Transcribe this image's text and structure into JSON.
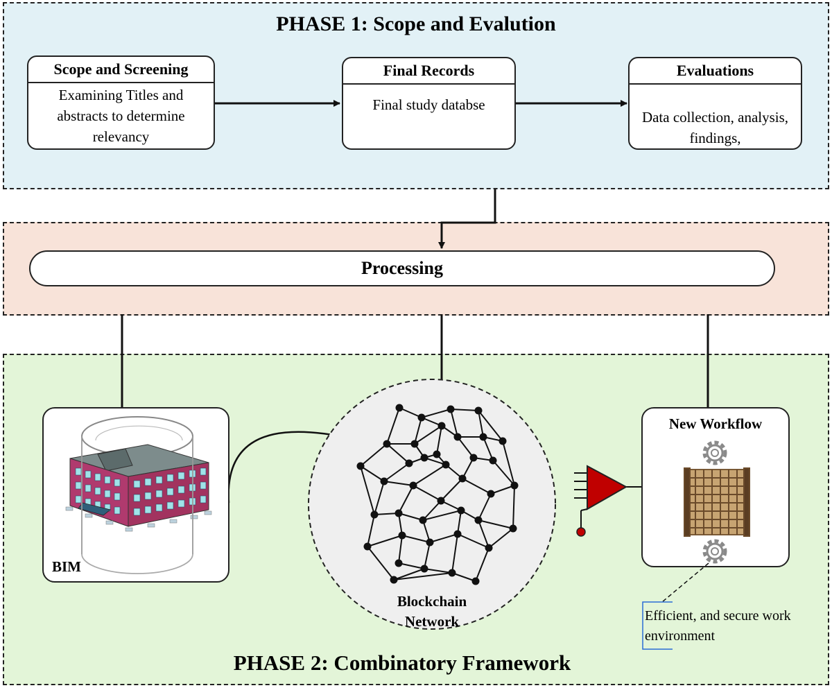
{
  "phase1": {
    "title": "PHASE 1: Scope and Evalution",
    "boxes": [
      {
        "heading": "Scope and Screening",
        "body": "Examining Titles and abstracts to determine relevancy"
      },
      {
        "heading": "Final Records",
        "body": "Final study databse"
      },
      {
        "heading": "Evaluations",
        "body": "Data collection, analysis, findings,"
      }
    ]
  },
  "processing": {
    "label": "Processing"
  },
  "phase2": {
    "title": "PHASE 2: Combinatory Framework",
    "bim": {
      "label": "BIM"
    },
    "blockchain": {
      "label_line1": "Blockchain",
      "label_line2": "Network"
    },
    "workflow": {
      "title": "New Workflow"
    },
    "note": {
      "line1": "Efficient, and secure work",
      "line2": "environment"
    }
  },
  "colors": {
    "phase1_bg": "#e2f1f6",
    "processing_bg": "#f8e3d9",
    "phase2_bg": "#e3f5d8",
    "amplifier": "#c00000",
    "building_wall": "#b03a6e",
    "note_bracket": "#2a6cd6"
  }
}
